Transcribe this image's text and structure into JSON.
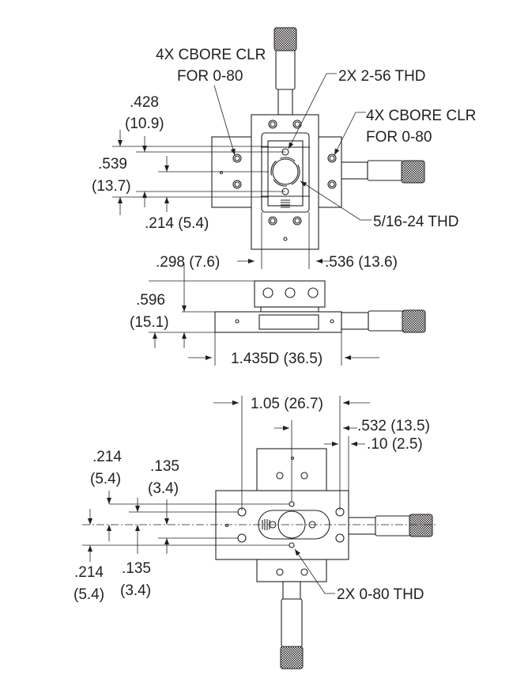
{
  "top_view": {
    "callout_cbore_left_line1": "4X CBORE CLR",
    "callout_cbore_left_line2": "FOR 0-80",
    "callout_256": "2X 2-56 THD",
    "callout_cbore_right_line1": "4X CBORE CLR",
    "callout_cbore_right_line2": "FOR 0-80",
    "dim_428": ".428",
    "dim_428_mm": "(10.9)",
    "dim_539": ".539",
    "dim_539_mm": "(13.7)",
    "dim_214": ".214 (5.4)",
    "callout_516": "5/16-24 THD"
  },
  "side_view": {
    "dim_298": ".298 (7.6)",
    "dim_536": ".536 (13.6)",
    "dim_596": ".596",
    "dim_596_mm": "(15.1)",
    "dim_1435": "1.435D (36.5)"
  },
  "bottom_view": {
    "dim_105": "1.05 (26.7)",
    "dim_532": ".532 (13.5)",
    "dim_10": ".10 (2.5)",
    "dim_214_top": ".214",
    "dim_214_top_mm": "(5.4)",
    "dim_135_top": ".135",
    "dim_135_top_mm": "(3.4)",
    "dim_214_bot": ".214",
    "dim_214_bot_mm": "(5.4)",
    "dim_135_bot": ".135",
    "dim_135_bot_mm": "(3.4)",
    "callout_080": "2X 0-80 THD"
  }
}
